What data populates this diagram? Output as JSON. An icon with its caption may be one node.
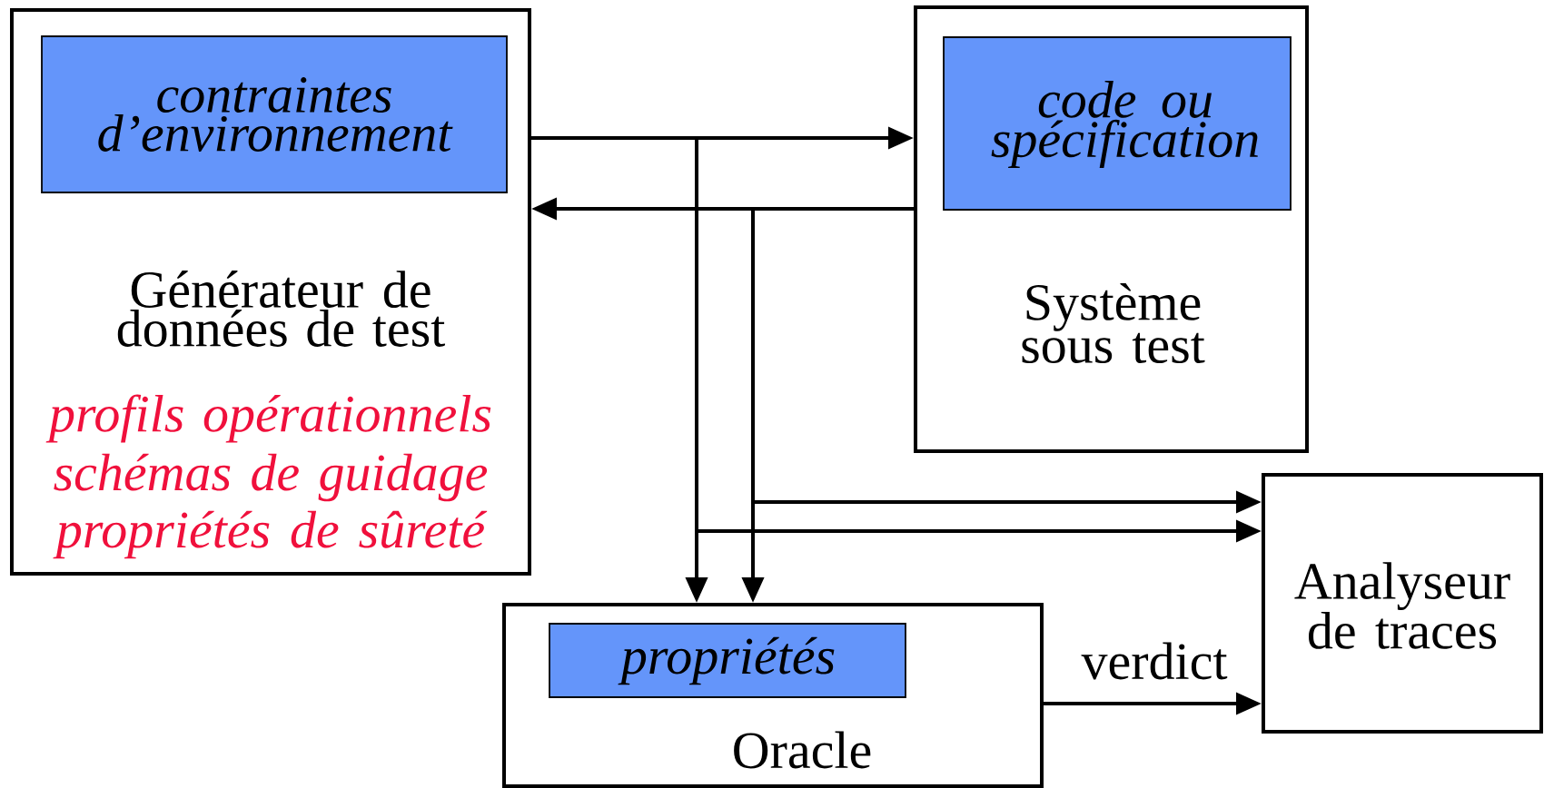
{
  "diagram": {
    "nodes": [
      {
        "text": [
          "Générateur de données de test",
          "profils opérationnels",
          "schémas de guidage",
          "propriétés de sûreté"
        ]
      },
      {
        "text": [
          "contraintes d’environnement"
        ],
        "in": 0
      },
      {
        "text": [
          "Système sous test"
        ]
      },
      {
        "text": [
          "code ou spécification"
        ],
        "in": 2
      },
      {
        "text": [
          "Oracle"
        ]
      },
      {
        "text": [
          "propriétés"
        ],
        "in": 4
      },
      {
        "text": [
          "Analyseur de traces"
        ]
      }
    ],
    "edges": [
      {
        "from": 0,
        "to": 2,
        "arrow": "to"
      },
      {
        "from": 2,
        "to": 0,
        "arrow": "to"
      },
      {
        "from": 0,
        "to": 4,
        "arrow": "to"
      },
      {
        "from": 0,
        "to": 6,
        "arrow": "to"
      },
      {
        "from": 2,
        "to": 4,
        "arrow": "to"
      },
      {
        "from": 2,
        "to": 6,
        "arrow": "to"
      },
      {
        "from": 4,
        "to": 6,
        "arrow": "to",
        "label": "verdict"
      }
    ]
  }
}
